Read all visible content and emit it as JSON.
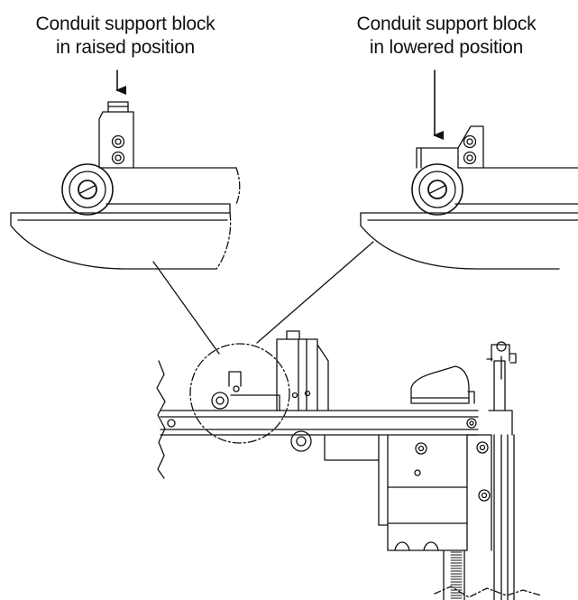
{
  "labels": {
    "raised": {
      "line1": "Conduit support block",
      "line2": "in raised position"
    },
    "lowered": {
      "line1": "Conduit support block",
      "line2": "in lowered position"
    }
  },
  "colors": {
    "ink": "#111111",
    "paper": "#ffffff"
  }
}
